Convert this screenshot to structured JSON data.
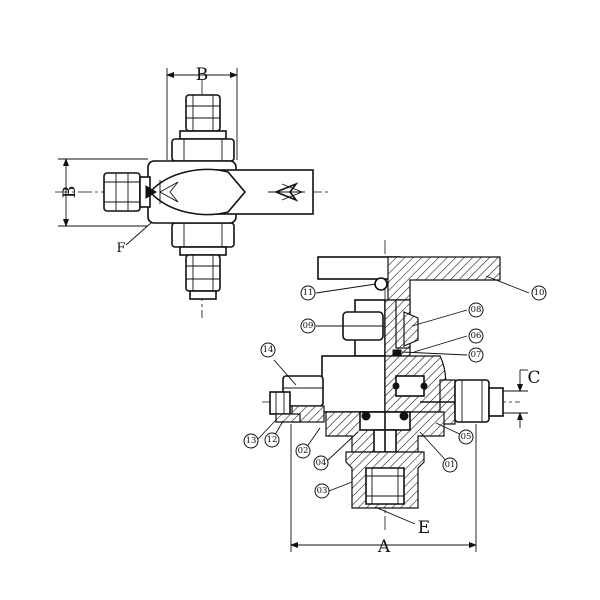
{
  "dimensions": {
    "top_width": "B",
    "top_height": "B",
    "overall_length": "A",
    "port_dia": "C",
    "bottom_port": "E",
    "face": "F"
  },
  "callouts": {
    "c01": "01",
    "c02": "02",
    "c03": "03",
    "c04": "04",
    "c05": "05",
    "c06": "06",
    "c07": "07",
    "c08": "08",
    "c09": "09",
    "c10": "10",
    "c11": "11",
    "c12": "12",
    "c13": "13",
    "c14": "14"
  }
}
